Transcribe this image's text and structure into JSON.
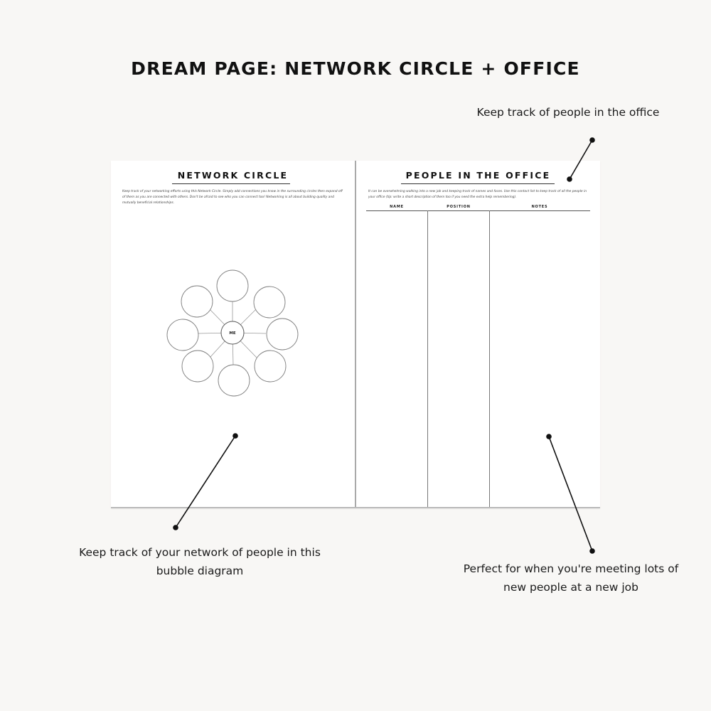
{
  "heading": "DREAM PAGE: NETWORK CIRCLE + OFFICE",
  "callouts": {
    "top_right": "Keep track of people in the office",
    "bottom_left": "Keep track of your network of people in this bubble diagram",
    "bottom_right": "Perfect for when you're meeting lots of new people at a new job"
  },
  "left_page": {
    "title": "NETWORK CIRCLE",
    "description": "Keep track of your networking efforts using this Network Circle. Simply add connections you know in the surrounding circles then expand off of them as you are connected with others. Don't be afraid to see who you can connect too! Networking is all about building quality and mutually beneficial relationships.",
    "center_label": "ME"
  },
  "right_page": {
    "title": "PEOPLE IN THE OFFICE",
    "description": "It can be overwhelming walking into a new job and keeping track of names and faces. Use this contact list to keep track of all the people in your office (tip: write a short description of them too if you need the extra help remembering).",
    "columns": [
      "NAME",
      "POSITION",
      "NOTES"
    ]
  }
}
